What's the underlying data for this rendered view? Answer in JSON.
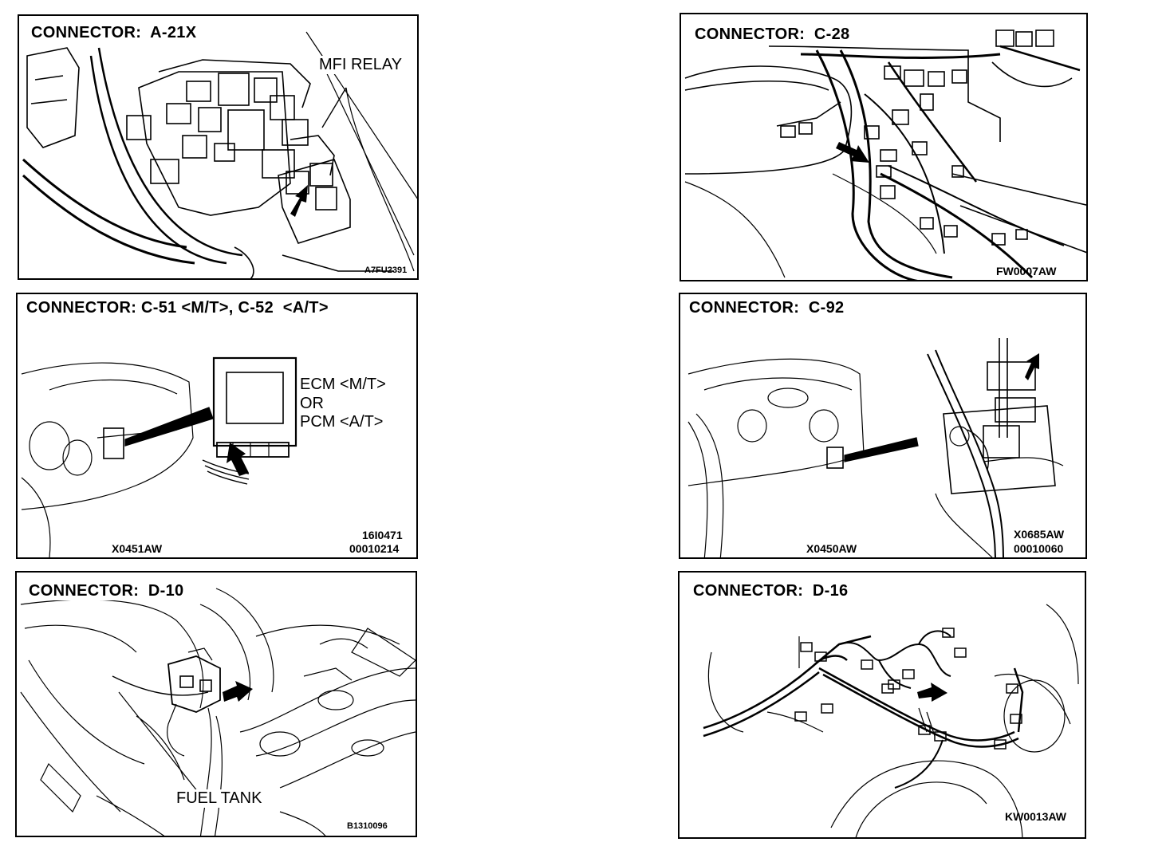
{
  "panels": [
    {
      "id": "a21x",
      "title": "CONNECTOR:  A-21X",
      "labels": [
        "MFI RELAY"
      ],
      "codes": [
        "A7FU2391"
      ]
    },
    {
      "id": "c28",
      "title": "CONNECTOR:  C-28",
      "labels": [],
      "codes": [
        "FW0007AW"
      ]
    },
    {
      "id": "c51",
      "title": "CONNECTOR: C-51 <M/T>, C-52  <A/T>",
      "labels": [
        "ECM <M/T>",
        "OR",
        "PCM <A/T>"
      ],
      "codes": [
        "X0451AW",
        "16I0471",
        "00010214"
      ]
    },
    {
      "id": "c92",
      "title": "CONNECTOR:  C-92",
      "labels": [],
      "codes": [
        "X0450AW",
        "X0685AW",
        "00010060"
      ]
    },
    {
      "id": "d10",
      "title": "CONNECTOR:  D-10",
      "labels": [
        "FUEL TANK"
      ],
      "codes": [
        "B1310096"
      ]
    },
    {
      "id": "d16",
      "title": "CONNECTOR:  D-16",
      "labels": [],
      "codes": [
        "KW0013AW"
      ]
    }
  ],
  "icons": [
    "arrow-icon"
  ]
}
